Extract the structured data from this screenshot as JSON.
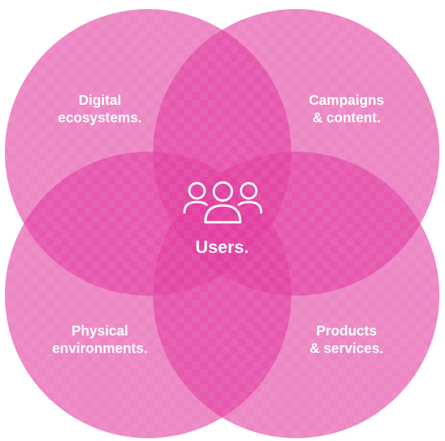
{
  "colors": {
    "circle_fill": "#e23d9f",
    "text": "#ffffff",
    "background": "#ffffff"
  },
  "center": {
    "icon": "users-icon",
    "label": "Users."
  },
  "circles": [
    {
      "id": "top-left",
      "line1": "Digital",
      "line2": "ecosystems."
    },
    {
      "id": "top-right",
      "line1": "Campaigns",
      "line2": "& content."
    },
    {
      "id": "bottom-left",
      "line1": "Physical",
      "line2": "environments."
    },
    {
      "id": "bottom-right",
      "line1": "Products",
      "line2": "& services."
    }
  ]
}
